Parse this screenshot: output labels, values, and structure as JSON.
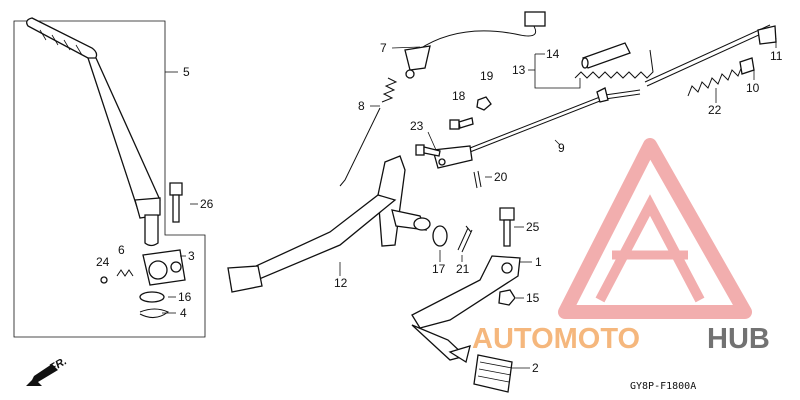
{
  "diagram": {
    "code": "GY8P-F1800A",
    "direction_label": "FR.",
    "watermark": {
      "left": "AUTOMOTO",
      "right": "HUB"
    },
    "colors": {
      "watermark_orange": "#F5B070",
      "watermark_gray": "#5A5A5A",
      "watermark_triangle": "#F0A0A0"
    },
    "callouts": [
      "1",
      "2",
      "3",
      "4",
      "5",
      "6",
      "7",
      "8",
      "9",
      "10",
      "11",
      "12",
      "13",
      "14",
      "15",
      "16",
      "17",
      "18",
      "19",
      "20",
      "21",
      "22",
      "23",
      "24",
      "25",
      "26"
    ]
  }
}
